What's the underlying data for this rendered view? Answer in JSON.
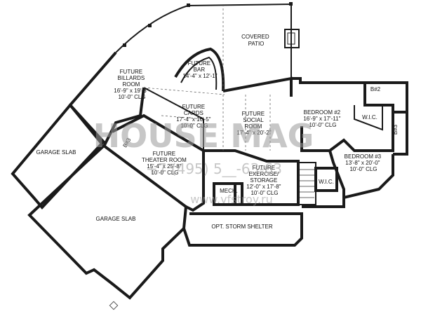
{
  "rooms": {
    "covered_patio": [
      "COVERED",
      "PATIO"
    ],
    "future_bar": [
      "FUTURE",
      "BAR",
      "14'-4\" x 12'-1\""
    ],
    "billiards": [
      "FUTURE",
      "BILLARDS",
      "ROOM",
      "16'-9\" x 19'-3\"",
      "10'-0\" CLG"
    ],
    "cards": [
      "FUTURE",
      "CARDS",
      "17'-4\" x 16'-5\"",
      "10'-0\" CLG"
    ],
    "social": [
      "FUTURE",
      "SOCIAL",
      "ROOM",
      "17'-4\" x 20'-2\""
    ],
    "bedroom2": [
      "BEDROOM #2",
      "16'-9\" x 17'-11\"",
      "10'-0\" CLG"
    ],
    "bath2": "B#2",
    "bath3": "B#3",
    "wic_upper": "W.I.C.",
    "wic_lower": "W.I.C.",
    "bedroom3": [
      "BEDROOM #3",
      "13'-8\" x 20'-0\"",
      "10'-0\" CLG"
    ],
    "theater": [
      "FUTURE",
      "THEATER ROOM",
      "15'-4\" x 25'-8\"",
      "10'-0\" CLG"
    ],
    "br3_small": "B#3",
    "garage_slab_1": "GARAGE SLAB",
    "garage_slab_2": "GARAGE SLAB",
    "mech": "MECH.",
    "exercise": [
      "FUTURE",
      "EXERCISE/",
      "STORAGE",
      "12'-0\" x 17'-8\"",
      "10'-0\" CLG"
    ],
    "storm_shelter": "OPT. STORM SHELTER"
  },
  "watermark": {
    "brand": "HOUSE MAG",
    "phone": "+7 (495) 5__-63-63",
    "site": "www.vfstroy.ru"
  }
}
